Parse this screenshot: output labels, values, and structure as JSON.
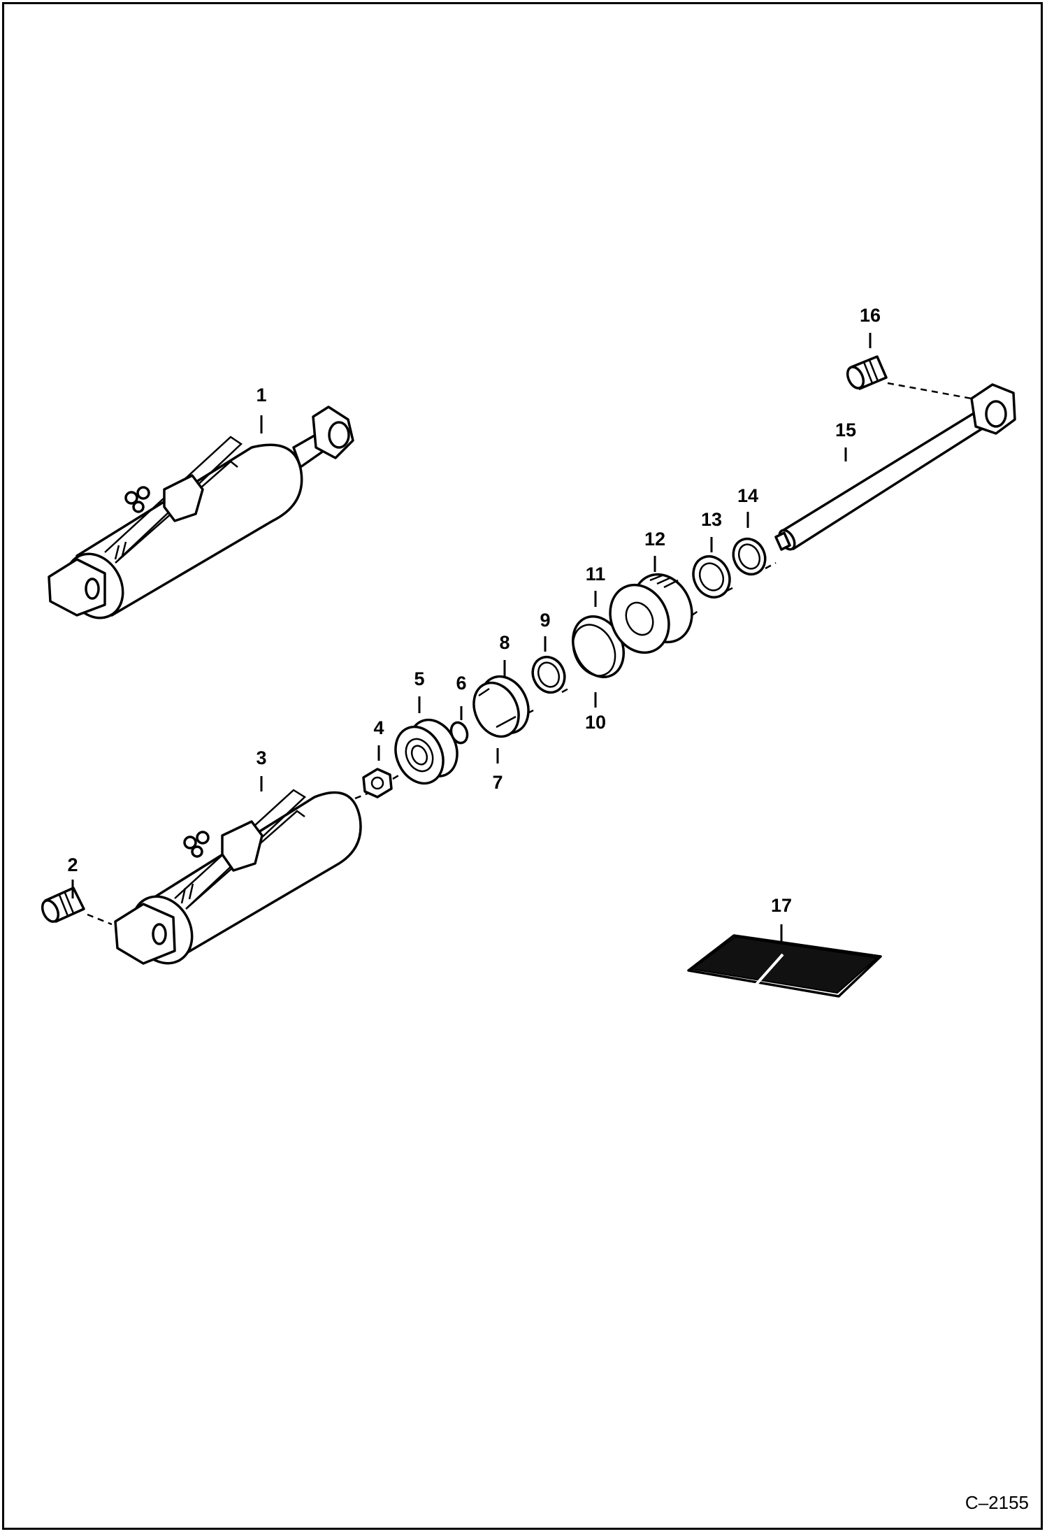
{
  "figure_code": "C–2155",
  "callouts": [
    {
      "id": "callout-1",
      "text": "1"
    },
    {
      "id": "callout-2",
      "text": "2"
    },
    {
      "id": "callout-3",
      "text": "3"
    },
    {
      "id": "callout-4",
      "text": "4"
    },
    {
      "id": "callout-5",
      "text": "5"
    },
    {
      "id": "callout-6",
      "text": "6"
    },
    {
      "id": "callout-7",
      "text": "7"
    },
    {
      "id": "callout-8",
      "text": "8"
    },
    {
      "id": "callout-9",
      "text": "9"
    },
    {
      "id": "callout-10",
      "text": "10"
    },
    {
      "id": "callout-11",
      "text": "11"
    },
    {
      "id": "callout-12",
      "text": "12"
    },
    {
      "id": "callout-13",
      "text": "13"
    },
    {
      "id": "callout-14",
      "text": "14"
    },
    {
      "id": "callout-15",
      "text": "15"
    },
    {
      "id": "callout-16",
      "text": "16"
    },
    {
      "id": "callout-17",
      "text": "17"
    }
  ]
}
